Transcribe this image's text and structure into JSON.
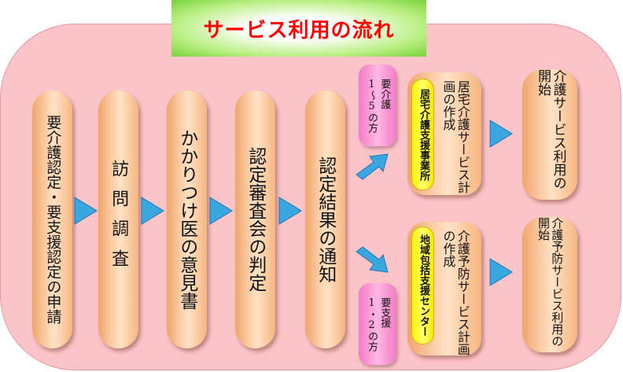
{
  "title": "サービス利用の流れ",
  "steps": [
    "要介護認定・要支援認定の申請",
    "訪問調査",
    "かかりつけ医の意見書",
    "認定審査会の判定",
    "認定結果の通知"
  ],
  "branches": {
    "care": {
      "label": "要介護\n1～5の方",
      "office": "居宅介護支援事業所",
      "plan": "居宅介護サービス計画の作成",
      "start": "介護サービス利用の開始"
    },
    "support": {
      "label": "要支援\n1・2の方",
      "office": "地域包括支援センター",
      "plan": "介護予防サービス計画の作成",
      "start": "介護予防サービス利用の開始"
    }
  },
  "colors": {
    "background": "#fbc4c8",
    "title_text": "#ff0000",
    "title_glow": "#7ad23c",
    "step_box": "#fcd2ad",
    "branch_label": "#f37bc6",
    "office_label": "#f7f300",
    "arrow": "#3aa8e0"
  }
}
